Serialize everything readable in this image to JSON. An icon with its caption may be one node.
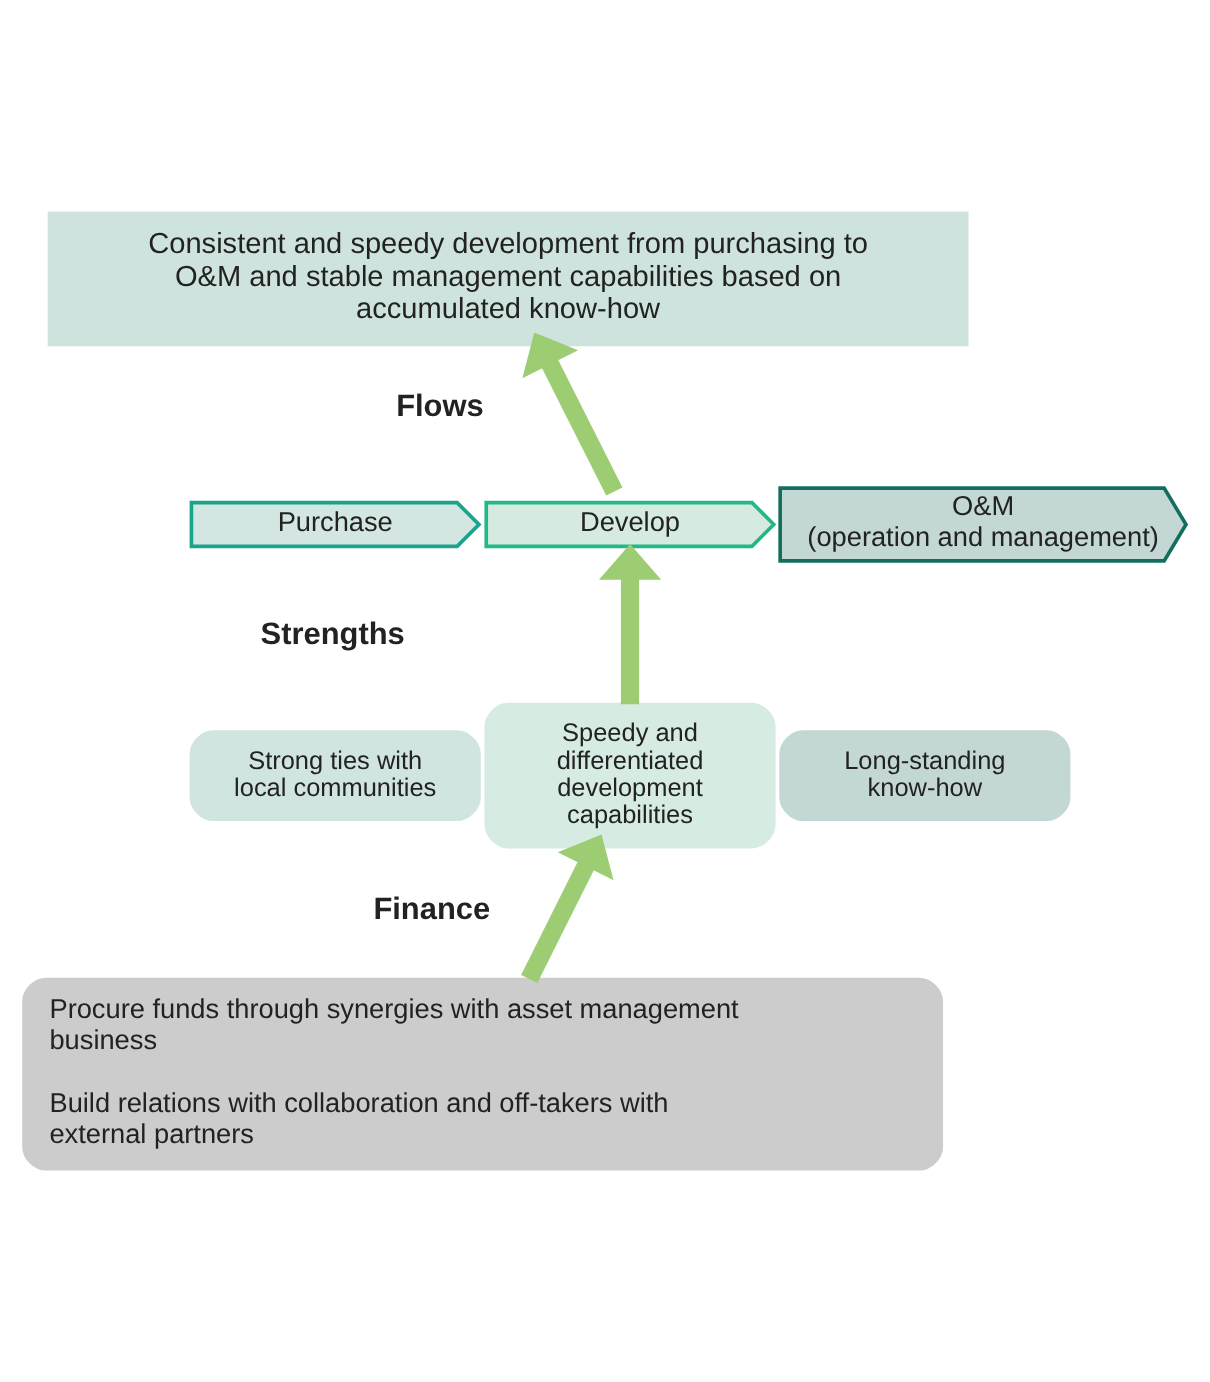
{
  "diagram": {
    "nodes": [
      {
        "text": [
          "Consistent and speedy development from purchasing to O&M and stable management capabilities based on accumulated know-how"
        ]
      },
      {
        "text": [
          "Purchase"
        ]
      },
      {
        "text": [
          "Develop"
        ]
      },
      {
        "text": [
          "O&M",
          "(operation and management)"
        ]
      },
      {
        "text": [
          "Strong ties with local communities"
        ]
      },
      {
        "text": [
          "Speedy and differentiated development capabilities"
        ]
      },
      {
        "text": [
          "Long-standing know-how"
        ]
      },
      {
        "text": [
          "Procure funds through synergies with asset management business",
          "Build relations with collaboration and off-takers with external partners"
        ]
      }
    ],
    "edges": [
      {
        "from": 7,
        "to": 5,
        "arrow": "to"
      },
      {
        "from": 5,
        "to": 2,
        "arrow": "to"
      },
      {
        "from": 2,
        "to": 0,
        "arrow": "to"
      }
    ],
    "labels": [
      "Flows",
      "Strengths",
      "Finance"
    ]
  }
}
